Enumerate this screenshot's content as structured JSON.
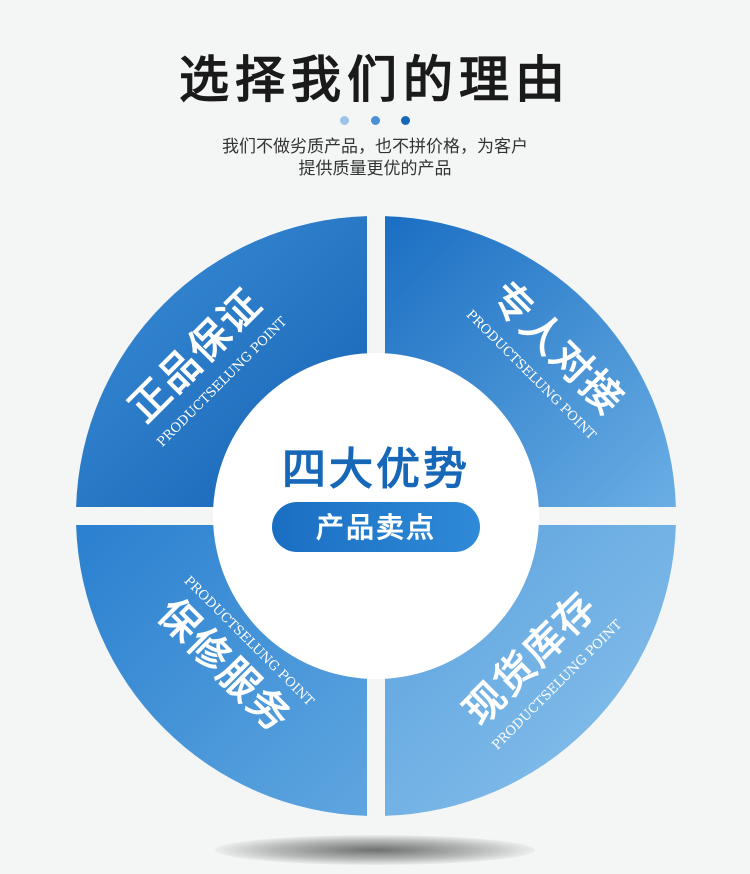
{
  "header": {
    "title": "选择我们的理由",
    "subtitle_line1": "我们不做劣质产品，也不拼价格，为客户",
    "subtitle_line2": "提供质量更优的产品",
    "dot_colors": [
      "#9cc4e6",
      "#4a90d4",
      "#1667b8"
    ]
  },
  "center": {
    "title": "四大优势",
    "pill_label": "产品卖点"
  },
  "quadrants": [
    {
      "title": "正品保证",
      "subtitle": "PRODUCTSELUNG POINT"
    },
    {
      "title": "专人对接",
      "subtitle": "PRODUCTSELUNG POINT"
    },
    {
      "title": "保修服务",
      "subtitle": "PRODUCTSELUNG POINT"
    },
    {
      "title": "现货库存",
      "subtitle": "PRODUCTSELUNG POINT"
    }
  ],
  "colors": {
    "primary": "#1667b8",
    "light": "#5ea4e0",
    "background": "#f4f6f6"
  }
}
